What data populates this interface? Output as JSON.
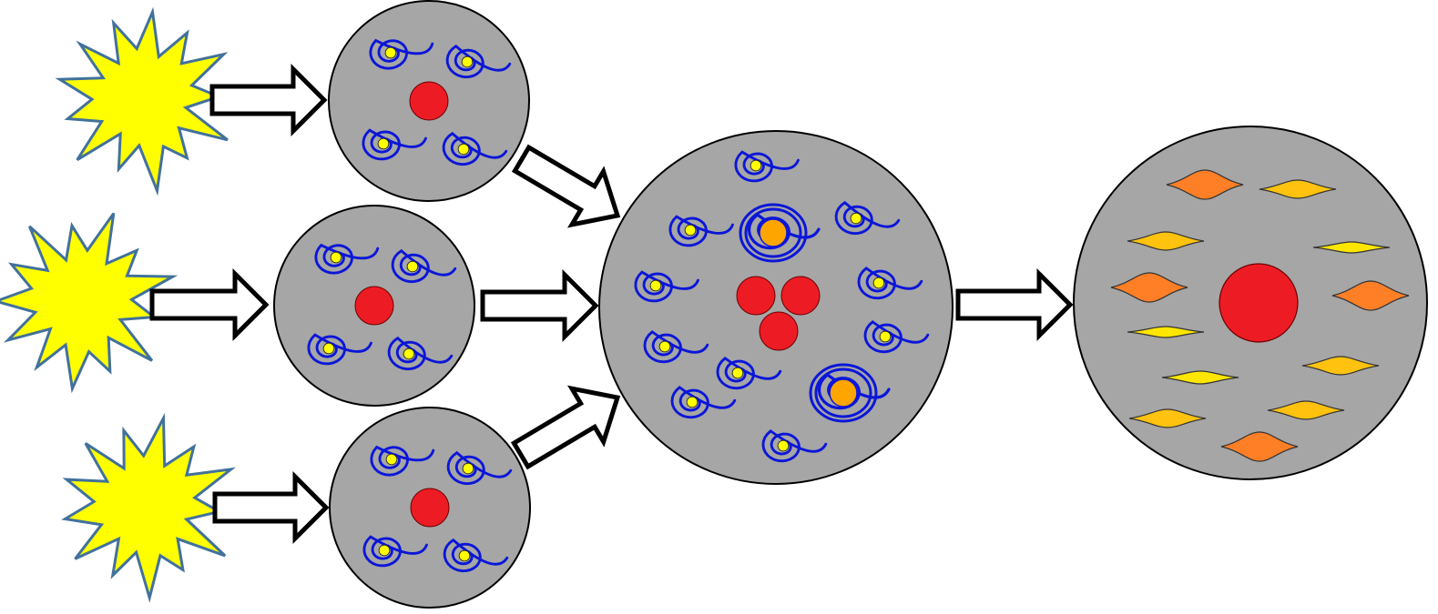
{
  "diagram": {
    "type": "flow",
    "sources": [
      {
        "shape": "starburst",
        "color": "#ffff00",
        "outline": "#4a6a8c"
      },
      {
        "shape": "starburst",
        "color": "#ffff00",
        "outline": "#4a6a8c"
      },
      {
        "shape": "starburst",
        "color": "#ffff00",
        "outline": "#4a6a8c"
      }
    ],
    "small_spheres": [
      {
        "spirals": 4,
        "core": "red-dot"
      },
      {
        "spirals": 4,
        "core": "red-dot"
      },
      {
        "spirals": 4,
        "core": "red-dot"
      }
    ],
    "merged_sphere": {
      "spirals": 12,
      "bright_spirals": 2,
      "core": "three-red-dots"
    },
    "final_sphere": {
      "elongated_shapes": 12,
      "core": "large-red-dot"
    },
    "colors": {
      "sphere_fill": "#a6a6a6",
      "outline": "#000000",
      "spiral": "#0b16d8",
      "spiral_center": "#ffff00",
      "core": "#ed1c24",
      "bright_center": "#ffa500",
      "lens_orange": "#ff7f27",
      "lens_yellow": "#ffc20e",
      "lens_bright_yellow": "#ffe600",
      "arrow_fill": "#ffffff"
    },
    "icons": [
      "starburst-icon",
      "spiral-icon",
      "arrow-icon",
      "lens-icon"
    ]
  }
}
